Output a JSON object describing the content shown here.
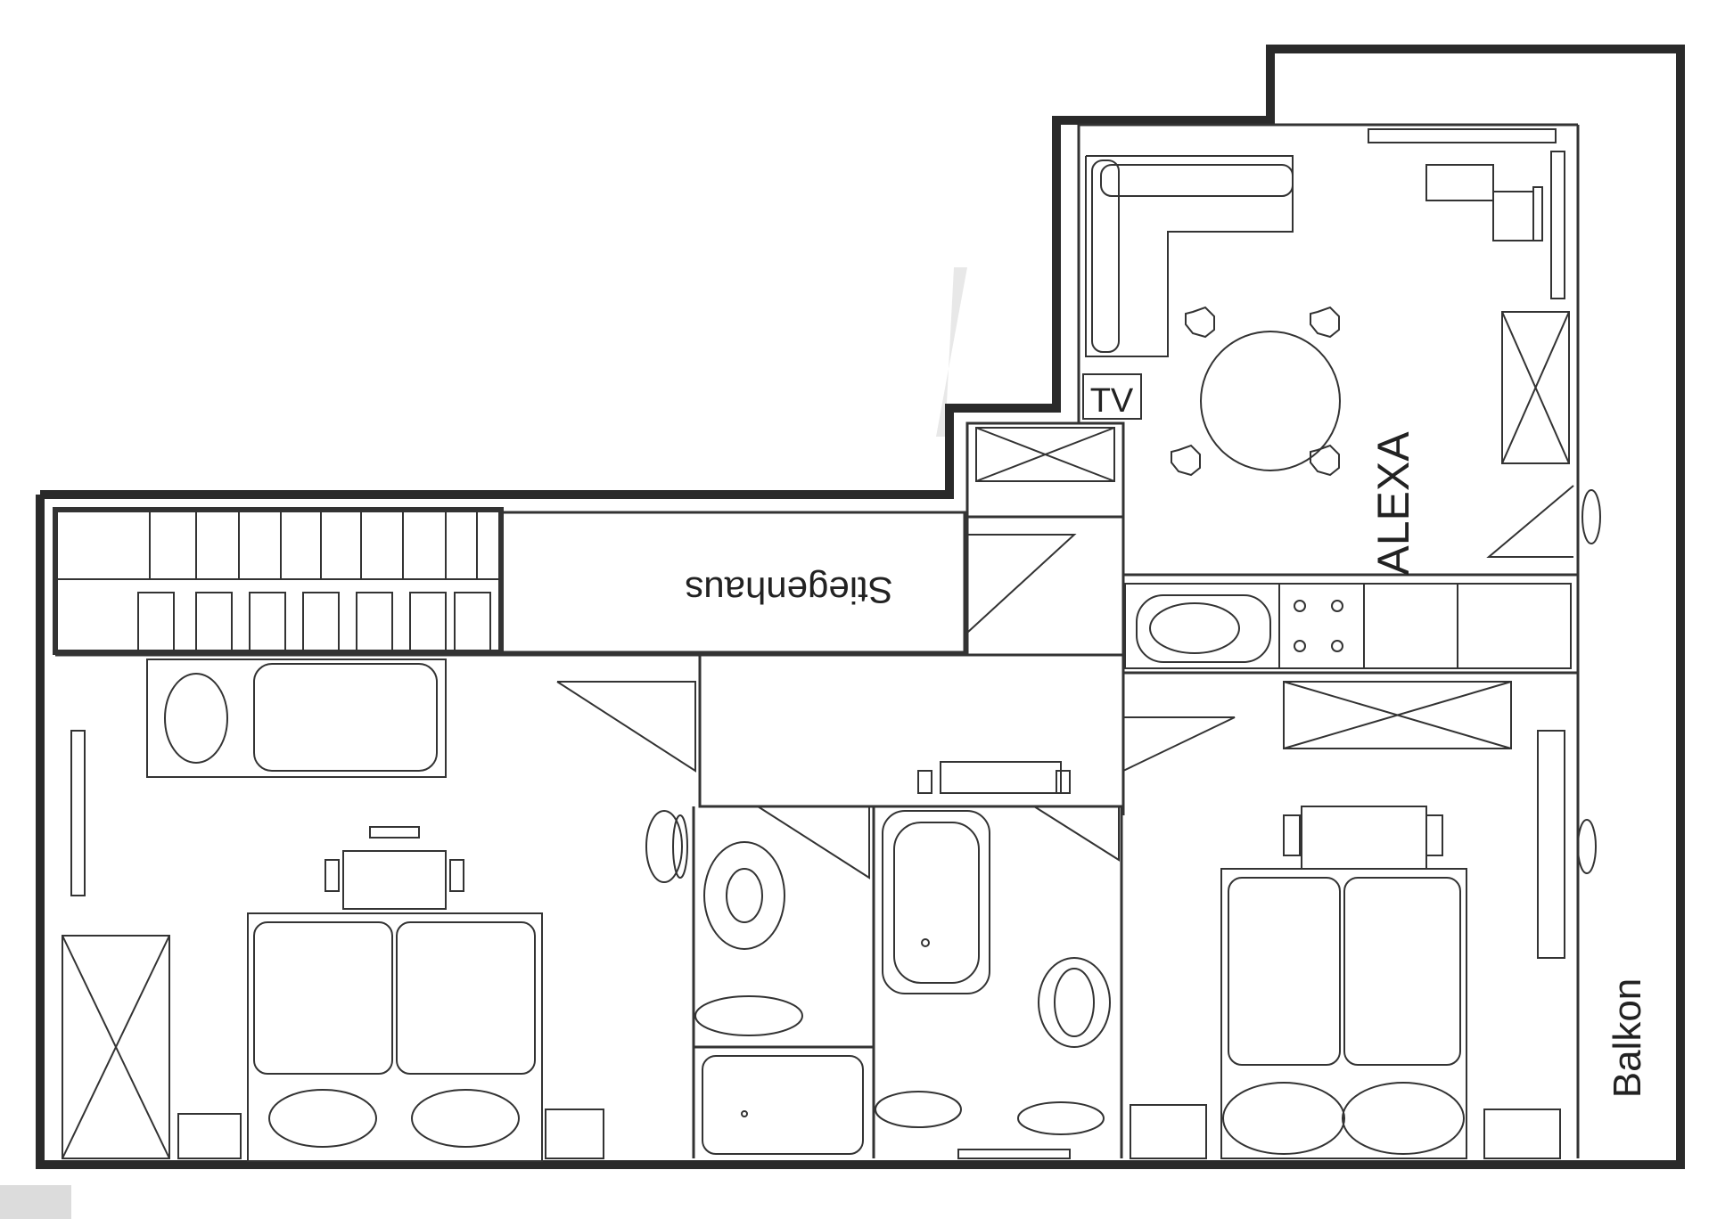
{
  "plan": {
    "labels": {
      "stairwell": "Stiegenhaus",
      "living_room": "ALEXA",
      "balcony": "Balkon",
      "tv": "TV"
    }
  }
}
